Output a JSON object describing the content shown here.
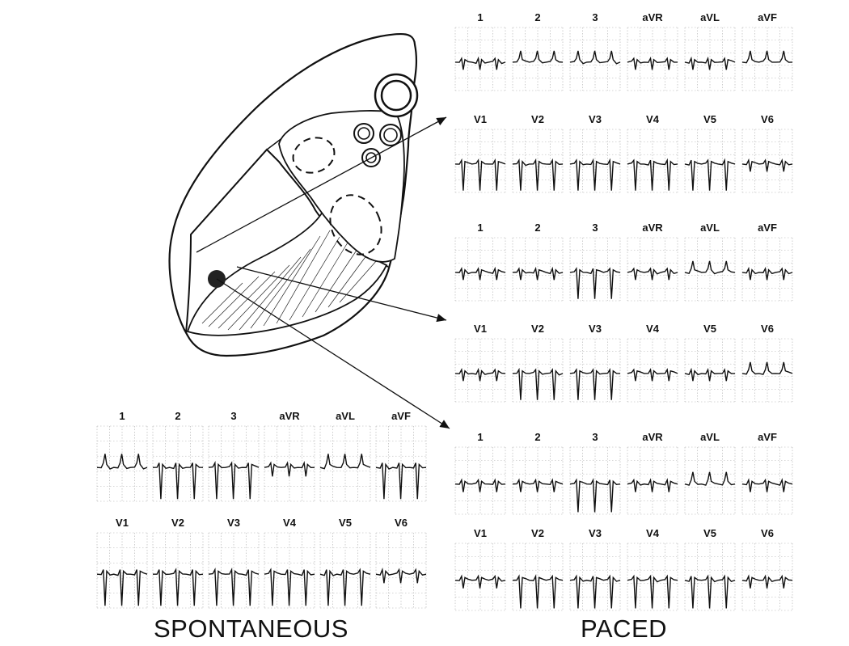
{
  "figure": {
    "captions": {
      "spontaneous": "SPONTANEOUS",
      "paced": "PACED"
    },
    "ecg_sets": [
      {
        "id": "paced-1",
        "rows": [
          [
            "1",
            "2",
            "3",
            "aVR",
            "aVL",
            "aVF"
          ],
          [
            "V1",
            "V2",
            "V3",
            "V4",
            "V5",
            "V6"
          ]
        ]
      },
      {
        "id": "paced-2",
        "rows": [
          [
            "1",
            "2",
            "3",
            "aVR",
            "aVL",
            "aVF"
          ],
          [
            "V1",
            "V2",
            "V3",
            "V4",
            "V5",
            "V6"
          ]
        ]
      },
      {
        "id": "paced-3",
        "rows": [
          [
            "1",
            "2",
            "3",
            "aVR",
            "aVL",
            "aVF"
          ],
          [
            "V1",
            "V2",
            "V3",
            "V4",
            "V5",
            "V6"
          ]
        ]
      },
      {
        "id": "spontaneous",
        "rows": [
          [
            "1",
            "2",
            "3",
            "aVR",
            "aVL",
            "aVF"
          ],
          [
            "V1",
            "V2",
            "V3",
            "V4",
            "V5",
            "V6"
          ]
        ]
      }
    ],
    "colors": {
      "ink": "#111111",
      "grid": "#9a9a9a",
      "background": "#ffffff"
    }
  }
}
